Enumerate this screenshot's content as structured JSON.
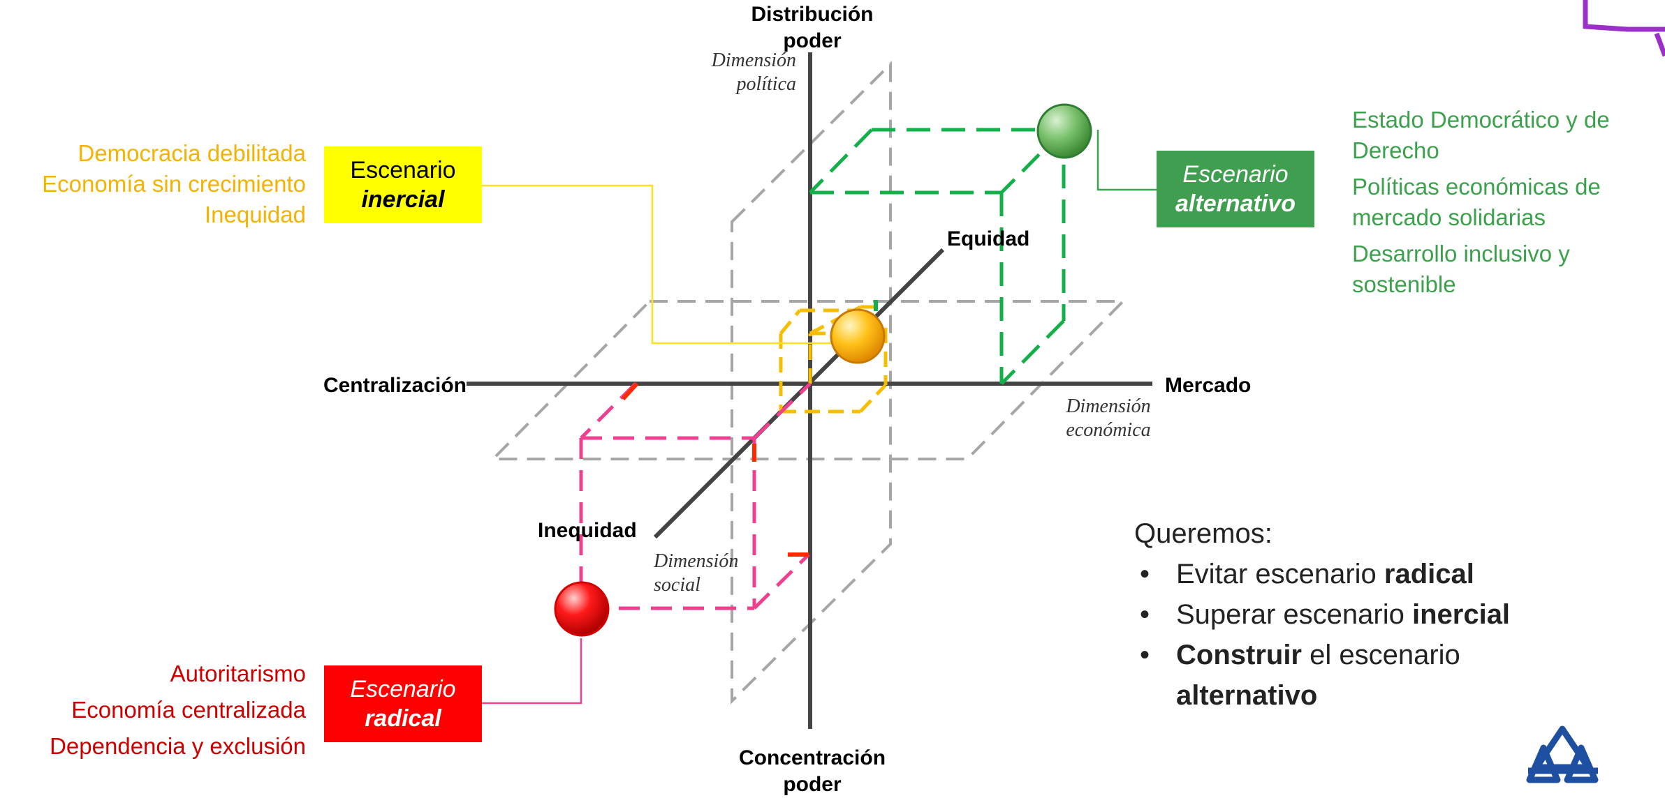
{
  "axes": {
    "top": "Distribución poder",
    "bottom": "Concentración poder",
    "left": "Centralización",
    "right": "Mercado",
    "diag_front": "Inequidad",
    "diag_back": "Equidad"
  },
  "dimensions": {
    "political": "Dimensión política",
    "economic": "Dimensión económica",
    "social": "Dimensión social"
  },
  "scenarios": {
    "inercial": {
      "label_line1": "Escenario",
      "label_line2": "inercial",
      "color": "#ffff00",
      "text_color": "#f5b301",
      "traits": [
        "Democracia debilitada",
        "Economía sin crecimiento",
        "Inequidad"
      ]
    },
    "alternativo": {
      "label_line1": "Escenario",
      "label_line2": "alternativo",
      "color": "#3f9e4f",
      "text_color": "#3ca14c",
      "traits": [
        "Estado Democrático y de Derecho",
        "Políticas económicas de mercado solidarias",
        "Desarrollo inclusivo y sostenible"
      ]
    },
    "radical": {
      "label_line1": "Escenario",
      "label_line2": "radical",
      "color": "#ff0000",
      "text_color": "#cc0000",
      "traits": [
        "Autoritarismo",
        "Economía centralizada",
        "Dependencia y exclusión"
      ]
    }
  },
  "goals": {
    "title": "Queremos:",
    "items": [
      {
        "pre": "Evitar escenario ",
        "bold": "radical",
        "post": ""
      },
      {
        "pre": "Superar escenario ",
        "bold": "inercial",
        "post": ""
      },
      {
        "pre": "",
        "bold": "Construir",
        "post": " el escenario ",
        "bold2": "alternativo"
      }
    ]
  },
  "colors": {
    "axis": "#444444",
    "plane": "#a6a6a6",
    "green": "#13b04a",
    "yellow": "#f7bd00",
    "pink": "#ef3f8f",
    "red_mark": "#ff2a00",
    "logo_blue": "#1f4fa0"
  },
  "icons": {
    "logo": "triangle-knot-logo",
    "corner": "purple-frame-corner"
  }
}
